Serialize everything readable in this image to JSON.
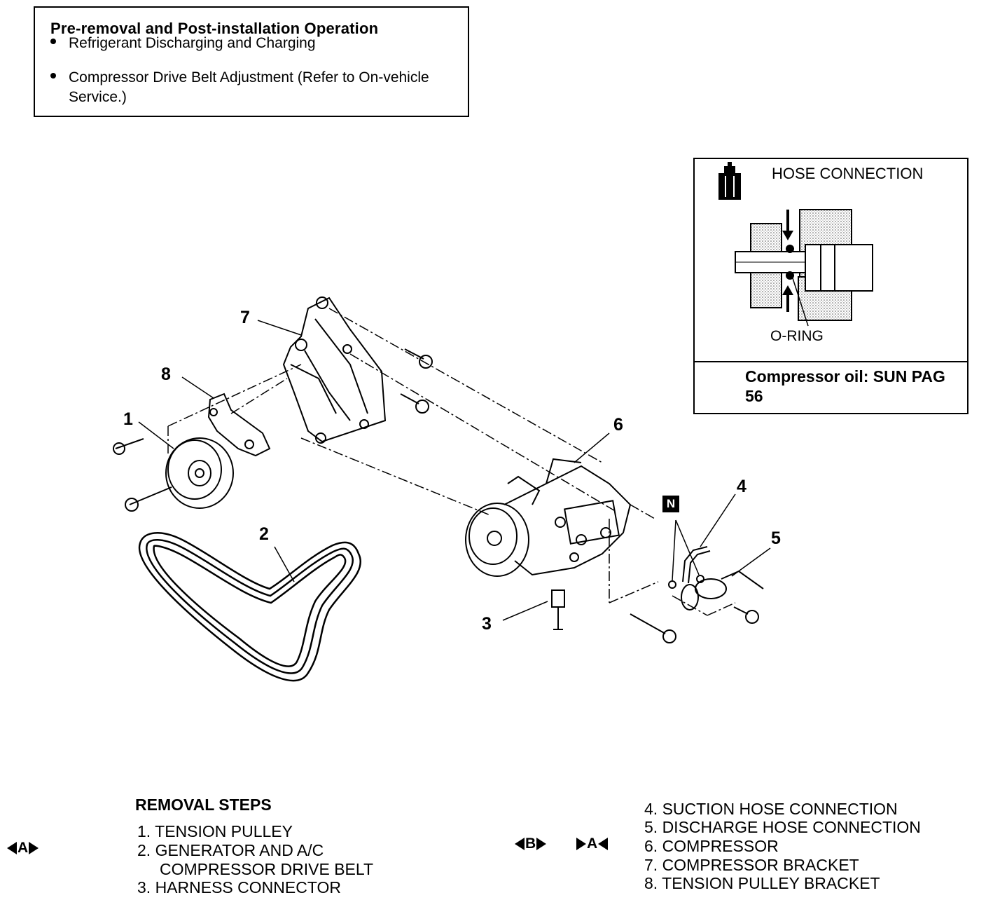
{
  "pre_operation": {
    "title": "Pre-removal and Post-installation Operation",
    "items": [
      "Refrigerant Discharging and Charging",
      "Compressor Drive Belt Adjustment (Refer to On-vehicle Service.)"
    ]
  },
  "hose_connection": {
    "title": "HOSE CONNECTION",
    "oring_label": "O-RING",
    "oil_label": "Compressor oil: SUN PAG 56"
  },
  "callouts": [
    "1",
    "2",
    "3",
    "4",
    "5",
    "6",
    "7",
    "8"
  ],
  "marker_n": "N",
  "removal_steps": {
    "title": "REMOVAL STEPS",
    "left_items": [
      "1. TENSION PULLEY",
      "2. GENERATOR AND A/C",
      "COMPRESSOR DRIVE BELT",
      "3. HARNESS CONNECTOR"
    ],
    "right_items": [
      "4. SUCTION HOSE CONNECTION",
      "5. DISCHARGE HOSE CONNECTION",
      "6. COMPRESSOR",
      "7. COMPRESSOR BRACKET",
      "8. TENSION PULLEY BRACKET"
    ],
    "marks": {
      "a": "A",
      "b": "B",
      "a2": "A"
    }
  }
}
